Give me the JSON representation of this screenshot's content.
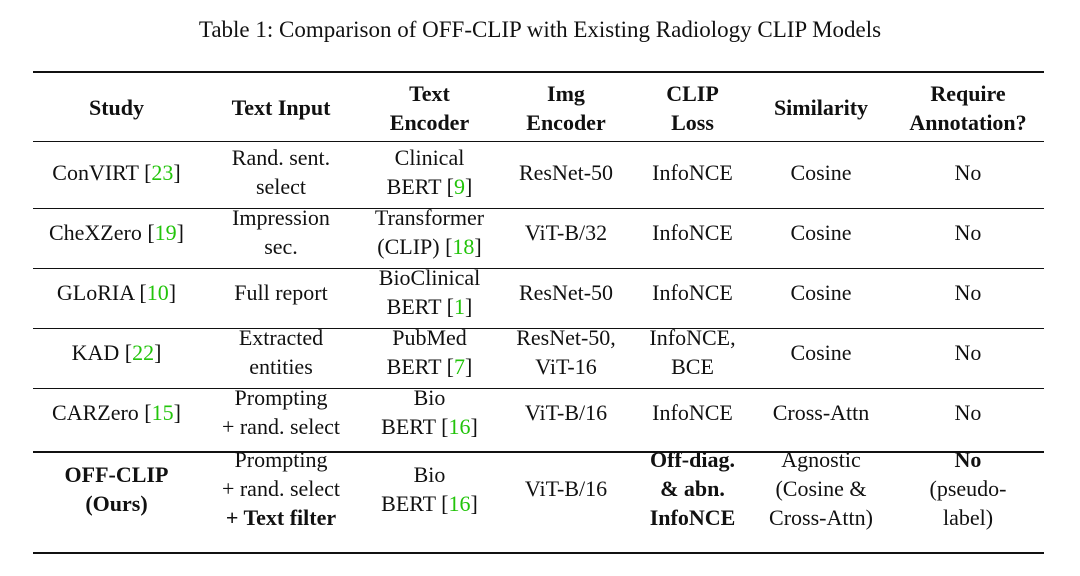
{
  "caption": "Table 1: Comparison of OFF-CLIP with Existing Radiology CLIP Models",
  "headers": [
    [
      "Study"
    ],
    [
      "Text Input"
    ],
    [
      "Text",
      "Encoder"
    ],
    [
      "Img",
      "Encoder"
    ],
    [
      "CLIP",
      "Loss"
    ],
    [
      "Similarity"
    ],
    [
      "Require",
      "Annotation?"
    ]
  ],
  "rows": [
    {
      "study": "ConVIRT",
      "study_ref": "23",
      "text_input": [
        "Rand. sent.",
        "select"
      ],
      "text_encoder": [
        "Clinical",
        "BERT"
      ],
      "text_encoder_ref": "9",
      "img_encoder": [
        "ResNet-50"
      ],
      "clip_loss": [
        "InfoNCE"
      ],
      "similarity": [
        "Cosine"
      ],
      "annotation": [
        "No"
      ]
    },
    {
      "study": "CheXZero",
      "study_ref": "19",
      "text_input": [
        "Impression",
        "sec."
      ],
      "text_encoder": [
        "Transformer",
        "(CLIP)"
      ],
      "text_encoder_ref": "18",
      "img_encoder": [
        "ViT-B/32"
      ],
      "clip_loss": [
        "InfoNCE"
      ],
      "similarity": [
        "Cosine"
      ],
      "annotation": [
        "No"
      ]
    },
    {
      "study": "GLoRIA",
      "study_ref": "10",
      "text_input": [
        "Full report"
      ],
      "text_encoder": [
        "BioClinical",
        "BERT"
      ],
      "text_encoder_ref": "1",
      "img_encoder": [
        "ResNet-50"
      ],
      "clip_loss": [
        "InfoNCE"
      ],
      "similarity": [
        "Cosine"
      ],
      "annotation": [
        "No"
      ]
    },
    {
      "study": "KAD",
      "study_ref": "22",
      "text_input": [
        "Extracted",
        "entities"
      ],
      "text_encoder": [
        "PubMed",
        "BERT"
      ],
      "text_encoder_ref": "7",
      "img_encoder": [
        "ResNet-50,",
        "ViT-16"
      ],
      "clip_loss": [
        "InfoNCE,",
        "BCE"
      ],
      "similarity": [
        "Cosine"
      ],
      "annotation": [
        "No"
      ]
    },
    {
      "study": "CARZero",
      "study_ref": "15",
      "text_input": [
        "Prompting",
        "+ rand. select"
      ],
      "text_encoder": [
        "Bio",
        "BERT"
      ],
      "text_encoder_ref": "16",
      "img_encoder": [
        "ViT-B/16"
      ],
      "clip_loss": [
        "InfoNCE"
      ],
      "similarity": [
        "Cross-Attn"
      ],
      "annotation": [
        "No"
      ]
    }
  ],
  "ours": {
    "study": [
      "OFF-CLIP",
      "(Ours)"
    ],
    "text_input": [
      "Prompting",
      "+ rand. select"
    ],
    "text_input_bold": "+ Text filter",
    "text_encoder": [
      "Bio",
      "BERT"
    ],
    "text_encoder_ref": "16",
    "img_encoder": [
      "ViT-B/16"
    ],
    "clip_loss": [
      "Off-diag.",
      "& abn.",
      "InfoNCE"
    ],
    "similarity": [
      "Agnostic",
      "(Cosine &",
      "Cross-Attn)"
    ],
    "annotation_bold": "No",
    "annotation": [
      "(pseudo-",
      "label)"
    ]
  },
  "colors": {
    "reference_link": "#22c40a",
    "text": "#111111",
    "background": "#ffffff"
  }
}
